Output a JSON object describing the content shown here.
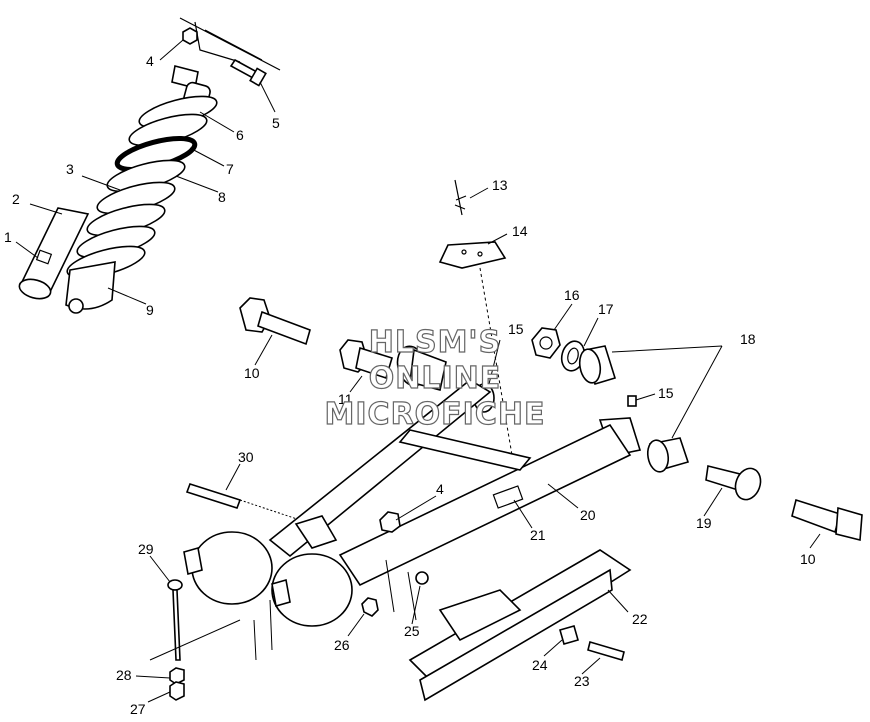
{
  "diagram": {
    "watermark": {
      "line1": "HLSM'S",
      "line2": "ONLINE",
      "line3": "MICROFICHE"
    },
    "callouts": [
      {
        "id": "1",
        "label": "1"
      },
      {
        "id": "2",
        "label": "2"
      },
      {
        "id": "3",
        "label": "3"
      },
      {
        "id": "4a",
        "label": "4"
      },
      {
        "id": "5",
        "label": "5"
      },
      {
        "id": "6",
        "label": "6"
      },
      {
        "id": "7",
        "label": "7"
      },
      {
        "id": "8",
        "label": "8"
      },
      {
        "id": "9",
        "label": "9"
      },
      {
        "id": "10a",
        "label": "10"
      },
      {
        "id": "11",
        "label": "11"
      },
      {
        "id": "13",
        "label": "13"
      },
      {
        "id": "14",
        "label": "14"
      },
      {
        "id": "15a",
        "label": "15"
      },
      {
        "id": "16",
        "label": "16"
      },
      {
        "id": "17",
        "label": "17"
      },
      {
        "id": "18",
        "label": "18"
      },
      {
        "id": "15b",
        "label": "15"
      },
      {
        "id": "10b",
        "label": "10"
      },
      {
        "id": "19",
        "label": "19"
      },
      {
        "id": "20",
        "label": "20"
      },
      {
        "id": "21",
        "label": "21"
      },
      {
        "id": "4b",
        "label": "4"
      },
      {
        "id": "30",
        "label": "30"
      },
      {
        "id": "29",
        "label": "29"
      },
      {
        "id": "22",
        "label": "22"
      },
      {
        "id": "25",
        "label": "25"
      },
      {
        "id": "26",
        "label": "26"
      },
      {
        "id": "24",
        "label": "24"
      },
      {
        "id": "23",
        "label": "23"
      },
      {
        "id": "28",
        "label": "28"
      },
      {
        "id": "27",
        "label": "27"
      }
    ]
  }
}
